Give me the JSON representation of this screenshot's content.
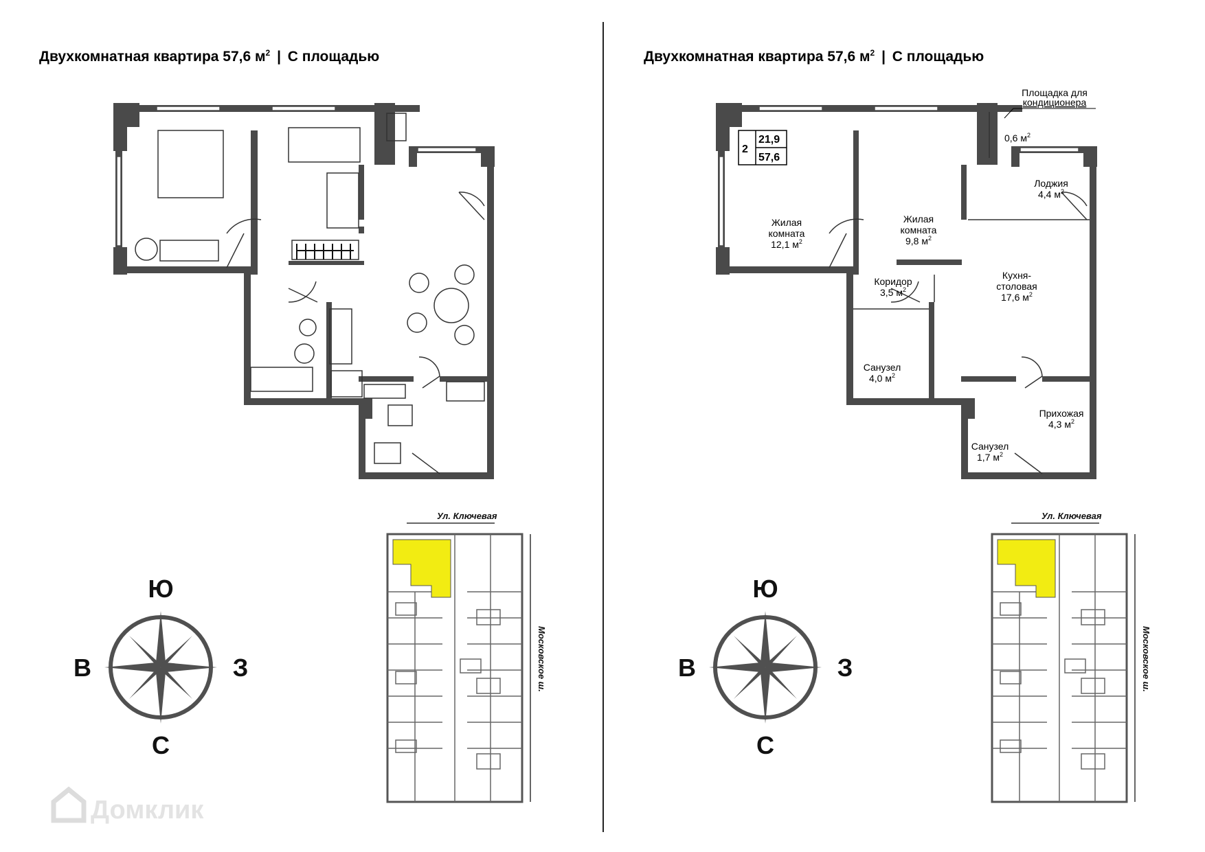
{
  "left": {
    "title_main": "Двухкомнатная квартира 57,6 м",
    "title_sup": "2",
    "title_sep": "|",
    "title_suffix": "С площадью"
  },
  "right": {
    "title_main": "Двухкомнатная квартира 57,6 м",
    "title_sup": "2",
    "title_sep": "|",
    "title_suffix": "С площадью",
    "badge": {
      "rooms": "2",
      "living": "21,9",
      "total": "57,6"
    },
    "ac_label_1": "Площадка для",
    "ac_label_2": "кондиционера",
    "rooms": [
      {
        "name": "",
        "area": "0,6 м²"
      },
      {
        "name": "Лоджия",
        "area": "4,4 м²"
      },
      {
        "name": "Жилая комната",
        "area": "12,1 м²"
      },
      {
        "name": "Жилая комната",
        "area": "9,8 м²"
      },
      {
        "name": "Коридор",
        "area": "3,5 м²"
      },
      {
        "name": "Кухня-столовая",
        "area": "17,6 м²"
      },
      {
        "name": "Санузел",
        "area": "4,0 м²"
      },
      {
        "name": "Прихожая",
        "area": "4,3 м²"
      },
      {
        "name": "Санузел",
        "area": "1,7 м²"
      }
    ],
    "room_lines": {
      "zhilaya1": [
        "Жилая",
        "комната",
        "12,1 м"
      ],
      "zhilaya2": [
        "Жилая",
        "комната",
        "9,8 м"
      ],
      "loggia": [
        "Лоджия",
        "4,4 м"
      ],
      "ac": "0,6 м",
      "koridor": [
        "Коридор",
        "3,5 м"
      ],
      "kuhnya": [
        "Кухня-",
        "столовая",
        "17,6 м"
      ],
      "sanuzel1": [
        "Санузел",
        "4,0 м"
      ],
      "prihozhaya": [
        "Прихожая",
        "4,3 м"
      ],
      "sanuzel2": [
        "Санузел",
        "1,7 м"
      ],
      "sq": "2"
    }
  },
  "map": {
    "street_top": "Ул. Ключевая",
    "street_side": "Московское ш."
  },
  "compass": {
    "s_top": "Ю",
    "w_left": "В",
    "e_right": "З",
    "n_bottom": "С"
  },
  "watermark": "Домклик",
  "colors": {
    "wall": "#4a4a4a",
    "highlight": "#f2ec12",
    "compass": "#505050"
  }
}
